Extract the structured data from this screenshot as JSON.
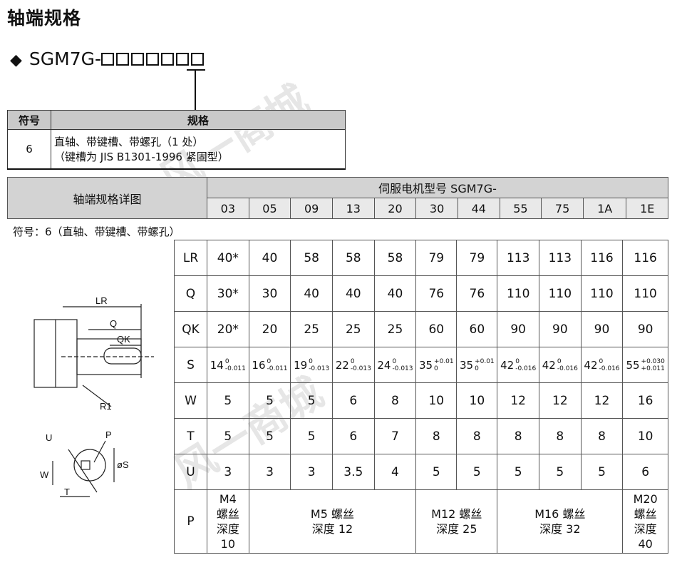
{
  "title": "轴端规格",
  "model": {
    "prefix": "SGM7G-",
    "code_box_count": 7,
    "bullet": "◆"
  },
  "spec_table": {
    "headers": [
      "符号",
      "规格"
    ],
    "rows": [
      {
        "code": "6",
        "line1": "直轴、带键槽、带螺孔（1 处）",
        "line2": "（键槽为 JIS B1301-1996 紧固型）"
      }
    ]
  },
  "main_table": {
    "left_header": "轴端规格详图",
    "top_header": "伺服电机型号 SGM7G-",
    "models": [
      "03",
      "05",
      "09",
      "13",
      "20",
      "30",
      "44",
      "55",
      "75",
      "1A",
      "1E"
    ],
    "note": "符号：6（直轴、带键槽、带螺孔）",
    "rows": [
      {
        "label": "LR",
        "values": [
          "40*",
          "40",
          "58",
          "58",
          "58",
          "79",
          "79",
          "113",
          "113",
          "116",
          "116"
        ]
      },
      {
        "label": "Q",
        "values": [
          "30*",
          "30",
          "40",
          "40",
          "40",
          "76",
          "76",
          "110",
          "110",
          "110",
          "110"
        ]
      },
      {
        "label": "QK",
        "values": [
          "20*",
          "20",
          "25",
          "25",
          "25",
          "60",
          "60",
          "90",
          "90",
          "90",
          "90"
        ]
      },
      {
        "label": "S",
        "values": [
          {
            "nom": "14",
            "up": "0",
            "lo": "-0.011"
          },
          {
            "nom": "16",
            "up": "0",
            "lo": "-0.011"
          },
          {
            "nom": "19",
            "up": "0",
            "lo": "-0.013"
          },
          {
            "nom": "22",
            "up": "0",
            "lo": "-0.013"
          },
          {
            "nom": "24",
            "up": "0",
            "lo": "-0.013"
          },
          {
            "nom": "35",
            "up": "+0.01",
            "lo": "0"
          },
          {
            "nom": "35",
            "up": "+0.01",
            "lo": "0"
          },
          {
            "nom": "42",
            "up": "0",
            "lo": "-0.016"
          },
          {
            "nom": "42",
            "up": "0",
            "lo": "-0.016"
          },
          {
            "nom": "42",
            "up": "0",
            "lo": "-0.016"
          },
          {
            "nom": "55",
            "up": "+0.030",
            "lo": "+0.011"
          }
        ]
      },
      {
        "label": "W",
        "values": [
          "5",
          "5",
          "5",
          "6",
          "8",
          "10",
          "10",
          "12",
          "12",
          "12",
          "16"
        ]
      },
      {
        "label": "T",
        "values": [
          "5",
          "5",
          "5",
          "6",
          "7",
          "8",
          "8",
          "8",
          "8",
          "8",
          "10"
        ]
      },
      {
        "label": "U",
        "values": [
          "3",
          "3",
          "3",
          "3.5",
          "4",
          "5",
          "5",
          "5",
          "5",
          "5",
          "6"
        ]
      }
    ],
    "p_row": {
      "label": "P",
      "groups": [
        {
          "span": 1,
          "lines": [
            "M4",
            "螺丝",
            "深度",
            "10"
          ]
        },
        {
          "span": 4,
          "lines": [
            "M5 螺丝",
            "深度 12"
          ]
        },
        {
          "span": 2,
          "lines": [
            "M12 螺丝",
            "深度 25"
          ]
        },
        {
          "span": 3,
          "lines": [
            "M16 螺丝",
            "深度 32"
          ]
        },
        {
          "span": 1,
          "lines": [
            "M20",
            "螺丝",
            "深度",
            "40"
          ]
        }
      ]
    }
  },
  "diagram": {
    "labels": {
      "lr": "LR",
      "q": "Q",
      "qk": "QK",
      "r1": "R1",
      "u": "U",
      "p": "P",
      "w": "W",
      "t": "T",
      "s": "øS"
    }
  }
}
